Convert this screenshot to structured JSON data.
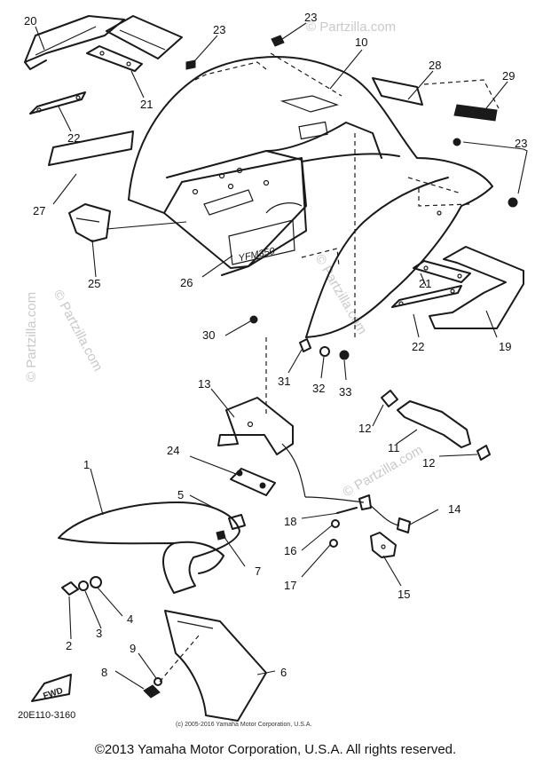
{
  "diagram": {
    "callouts": [
      "20",
      "23",
      "23",
      "10",
      "28",
      "29",
      "21",
      "22",
      "23",
      "27",
      "26",
      "25",
      "21",
      "22",
      "19",
      "30",
      "31",
      "32",
      "33",
      "13",
      "12",
      "11",
      "12",
      "24",
      "1",
      "5",
      "18",
      "14",
      "16",
      "7",
      "17",
      "15",
      "4",
      "3",
      "2",
      "9",
      "8",
      "6"
    ],
    "fwd_label": "FWD",
    "fender_decal_text": "YFM350"
  },
  "watermarks": {
    "vertical": "© Partzilla.com",
    "small": "© Partzilla.com"
  },
  "footer": {
    "code": "20E110-3160",
    "small_copyright": "(c) 2005-2016 Yamaha Motor Corporation, U.S.A.",
    "copyright": "©2013 Yamaha Motor Corporation, U.S.A. All rights reserved."
  }
}
